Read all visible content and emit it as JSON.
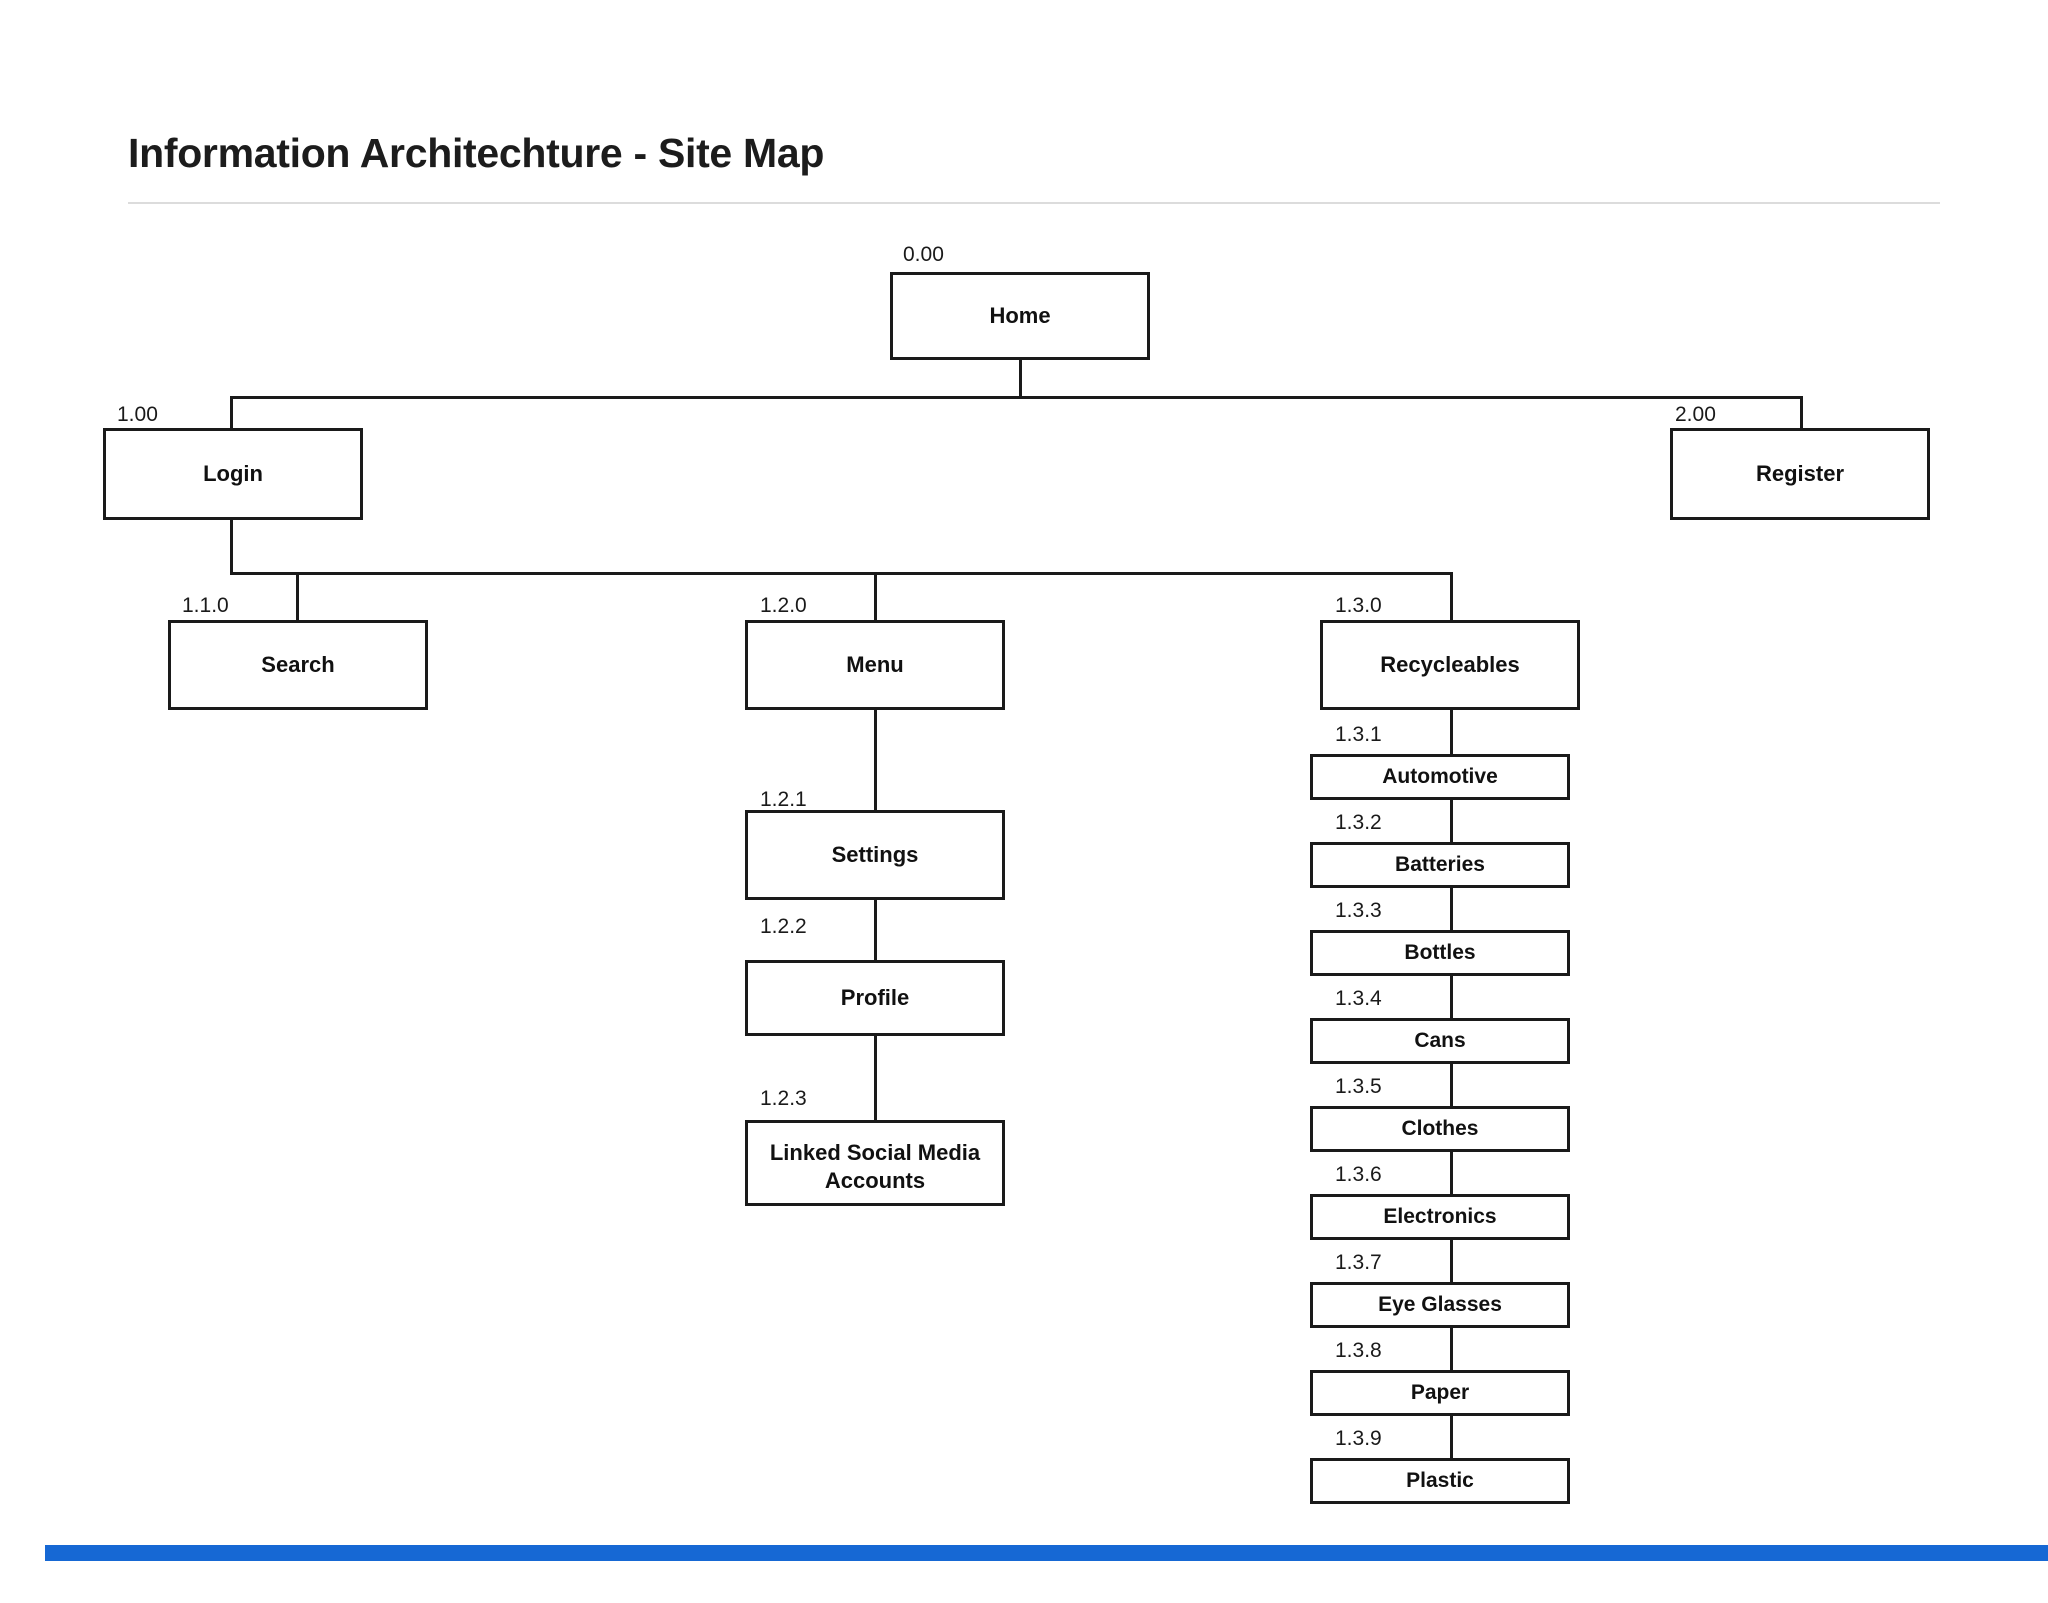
{
  "document": {
    "title": "Information Architechture - Site Map",
    "accent_color": "#1668d4",
    "rule_color": "#dcdcdc",
    "node_border_color": "#1a1a1a",
    "background_color": "#ffffff"
  },
  "diagram": {
    "type": "site-map-tree",
    "nodes": {
      "home": {
        "id": "0.00",
        "label": "Home"
      },
      "login": {
        "id": "1.00",
        "label": "Login"
      },
      "register": {
        "id": "2.00",
        "label": "Register"
      },
      "search": {
        "id": "1.1.0",
        "label": "Search"
      },
      "menu": {
        "id": "1.2.0",
        "label": "Menu"
      },
      "settings": {
        "id": "1.2.1",
        "label": "Settings"
      },
      "profile": {
        "id": "1.2.2",
        "label": "Profile"
      },
      "linked": {
        "id": "1.2.3",
        "label": "Linked Social Media Accounts"
      },
      "recycleables": {
        "id": "1.3.0",
        "label": "Recycleables"
      },
      "automotive": {
        "id": "1.3.1",
        "label": "Automotive"
      },
      "batteries": {
        "id": "1.3.2",
        "label": "Batteries"
      },
      "bottles": {
        "id": "1.3.3",
        "label": "Bottles"
      },
      "cans": {
        "id": "1.3.4",
        "label": "Cans"
      },
      "clothes": {
        "id": "1.3.5",
        "label": "Clothes"
      },
      "electronics": {
        "id": "1.3.6",
        "label": "Electronics"
      },
      "eyeglasses": {
        "id": "1.3.7",
        "label": "Eye Glasses"
      },
      "paper": {
        "id": "1.3.8",
        "label": "Paper"
      },
      "plastic": {
        "id": "1.3.9",
        "label": "Plastic"
      }
    },
    "edges": [
      {
        "from": "home",
        "to": "login"
      },
      {
        "from": "home",
        "to": "register"
      },
      {
        "from": "login",
        "to": "search"
      },
      {
        "from": "login",
        "to": "menu"
      },
      {
        "from": "login",
        "to": "recycleables"
      },
      {
        "from": "menu",
        "to": "settings"
      },
      {
        "from": "settings",
        "to": "profile"
      },
      {
        "from": "profile",
        "to": "linked"
      },
      {
        "from": "recycleables",
        "to": "automotive"
      },
      {
        "from": "automotive",
        "to": "batteries"
      },
      {
        "from": "batteries",
        "to": "bottles"
      },
      {
        "from": "bottles",
        "to": "cans"
      },
      {
        "from": "cans",
        "to": "clothes"
      },
      {
        "from": "clothes",
        "to": "electronics"
      },
      {
        "from": "electronics",
        "to": "eyeglasses"
      },
      {
        "from": "eyeglasses",
        "to": "paper"
      },
      {
        "from": "paper",
        "to": "plastic"
      }
    ]
  }
}
